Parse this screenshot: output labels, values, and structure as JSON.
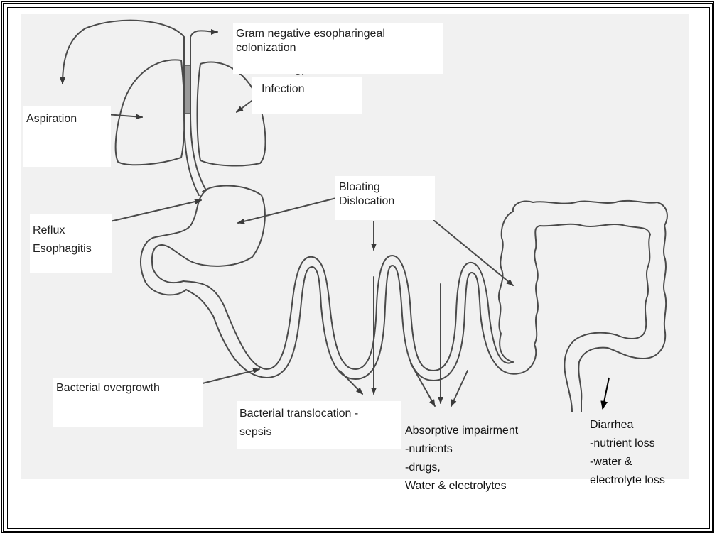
{
  "labels": {
    "gram_negative": [
      "Gram negative esopharingeal",
      "colonization"
    ],
    "infection": "Infection",
    "aspiration": "Aspiration",
    "bloating": [
      "Bloating",
      "Dislocation"
    ],
    "reflux": [
      "Reflux",
      "Esophagitis"
    ],
    "bacterial_overgrowth": "Bacterial overgrowth",
    "bacterial_translocation": [
      "Bacterial translocation -",
      "sepsis"
    ],
    "absorptive": [
      "Absorptive impairment",
      "-nutrients",
      "-drugs,",
      "Water &  electrolytes"
    ],
    "diarrhea": [
      "Diarrhea",
      "-nutrient loss",
      "-water &",
      "electrolyte loss"
    ]
  },
  "colors": {
    "line": "#4a4a4a",
    "background": "#f1f1f1",
    "frame": "#000000"
  }
}
